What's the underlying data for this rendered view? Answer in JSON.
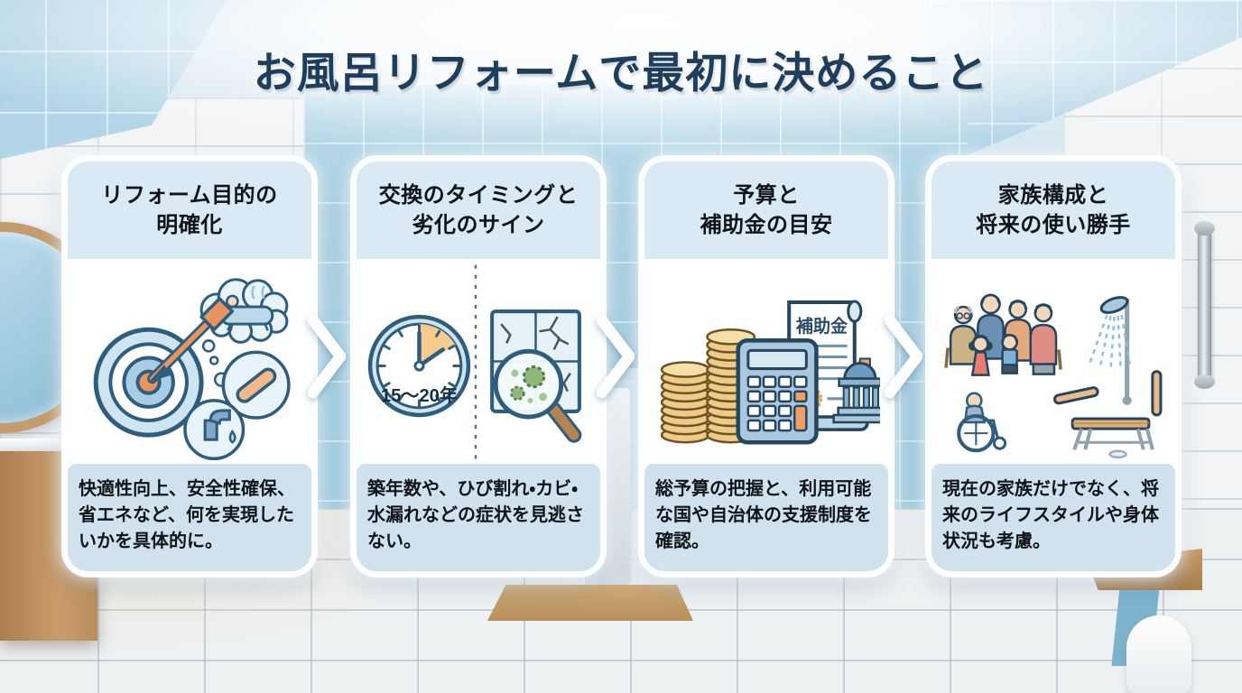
{
  "title": "お風呂リフォームで最初に決めること",
  "cards": [
    {
      "id": "purpose",
      "title_line1": "リフォーム目的の",
      "title_line2": "明確化",
      "icon": "target-goal-icon",
      "description": "快適性向上、安全性確保、省エネなど、何を実現したいかを具体的に。"
    },
    {
      "id": "timing",
      "title_line1": "交換のタイミングと",
      "title_line2": "劣化のサイン",
      "icon": "clock-inspection-icon",
      "clock_label": "15〜20年",
      "description": "築年数や、ひび割れ・カビ・水漏れなどの症状を見逃さない。"
    },
    {
      "id": "budget",
      "title_line1": "予算と",
      "title_line2": "補助金の目安",
      "icon": "coins-calculator-subsidy-icon",
      "document_label": "補助金",
      "description": "総予算の把握と、利用可能な国や自治体の支援制度を確認。"
    },
    {
      "id": "family",
      "title_line1": "家族構成と",
      "title_line2": "将来の使い勝手",
      "icon": "family-accessibility-icon",
      "description": "現在の家族だけでなく、将来のライフスタイルや身体状況も考慮。"
    }
  ],
  "flow": {
    "arrow_icon": "chevron-right",
    "arrow_color": "#ffffff"
  },
  "colors": {
    "title_text": "#1d3e5d",
    "card_header_bg": "#d9eaf4",
    "card_body_bg": "#ffffff",
    "card_footer_bg": "#cfe2ed",
    "card_border": "#fdfeff",
    "outline_blue": "#2f5d7e",
    "accent_orange": "#e9935e",
    "coin_gold": "#efcb87",
    "mold_green": "#8fb87b",
    "tile_blue": "#aed3e6"
  }
}
